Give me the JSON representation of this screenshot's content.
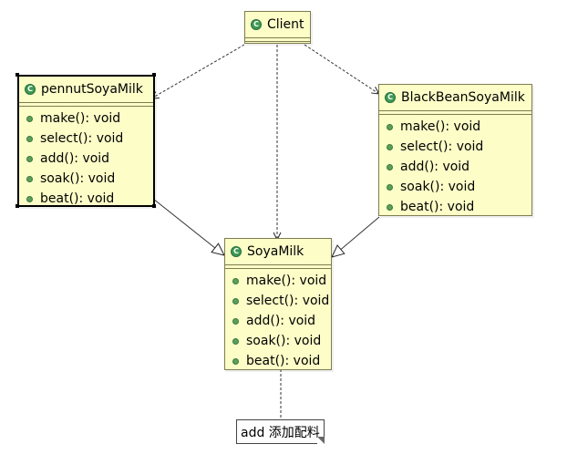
{
  "classes": {
    "client": {
      "name": "Client",
      "methods": []
    },
    "pennut": {
      "name": "pennutSoyaMilk",
      "methods": [
        "make(): void",
        "select(): void",
        "add(): void",
        "soak(): void",
        "beat(): void"
      ]
    },
    "blackbean": {
      "name": "BlackBeanSoyaMilk",
      "methods": [
        "make(): void",
        "select(): void",
        "add(): void",
        "soak(): void",
        "beat(): void"
      ]
    },
    "soyamilk": {
      "name": "SoyaMilk",
      "methods": [
        "make(): void",
        "select(): void",
        "add(): void",
        "soak(): void",
        "beat(): void"
      ]
    }
  },
  "note": {
    "text": "add 添加配料"
  },
  "icons": {
    "class": "class-icon",
    "method": "public-method-icon"
  },
  "colors": {
    "class_fill": "#fdfdc8",
    "icon_green": "#3d9a53"
  }
}
